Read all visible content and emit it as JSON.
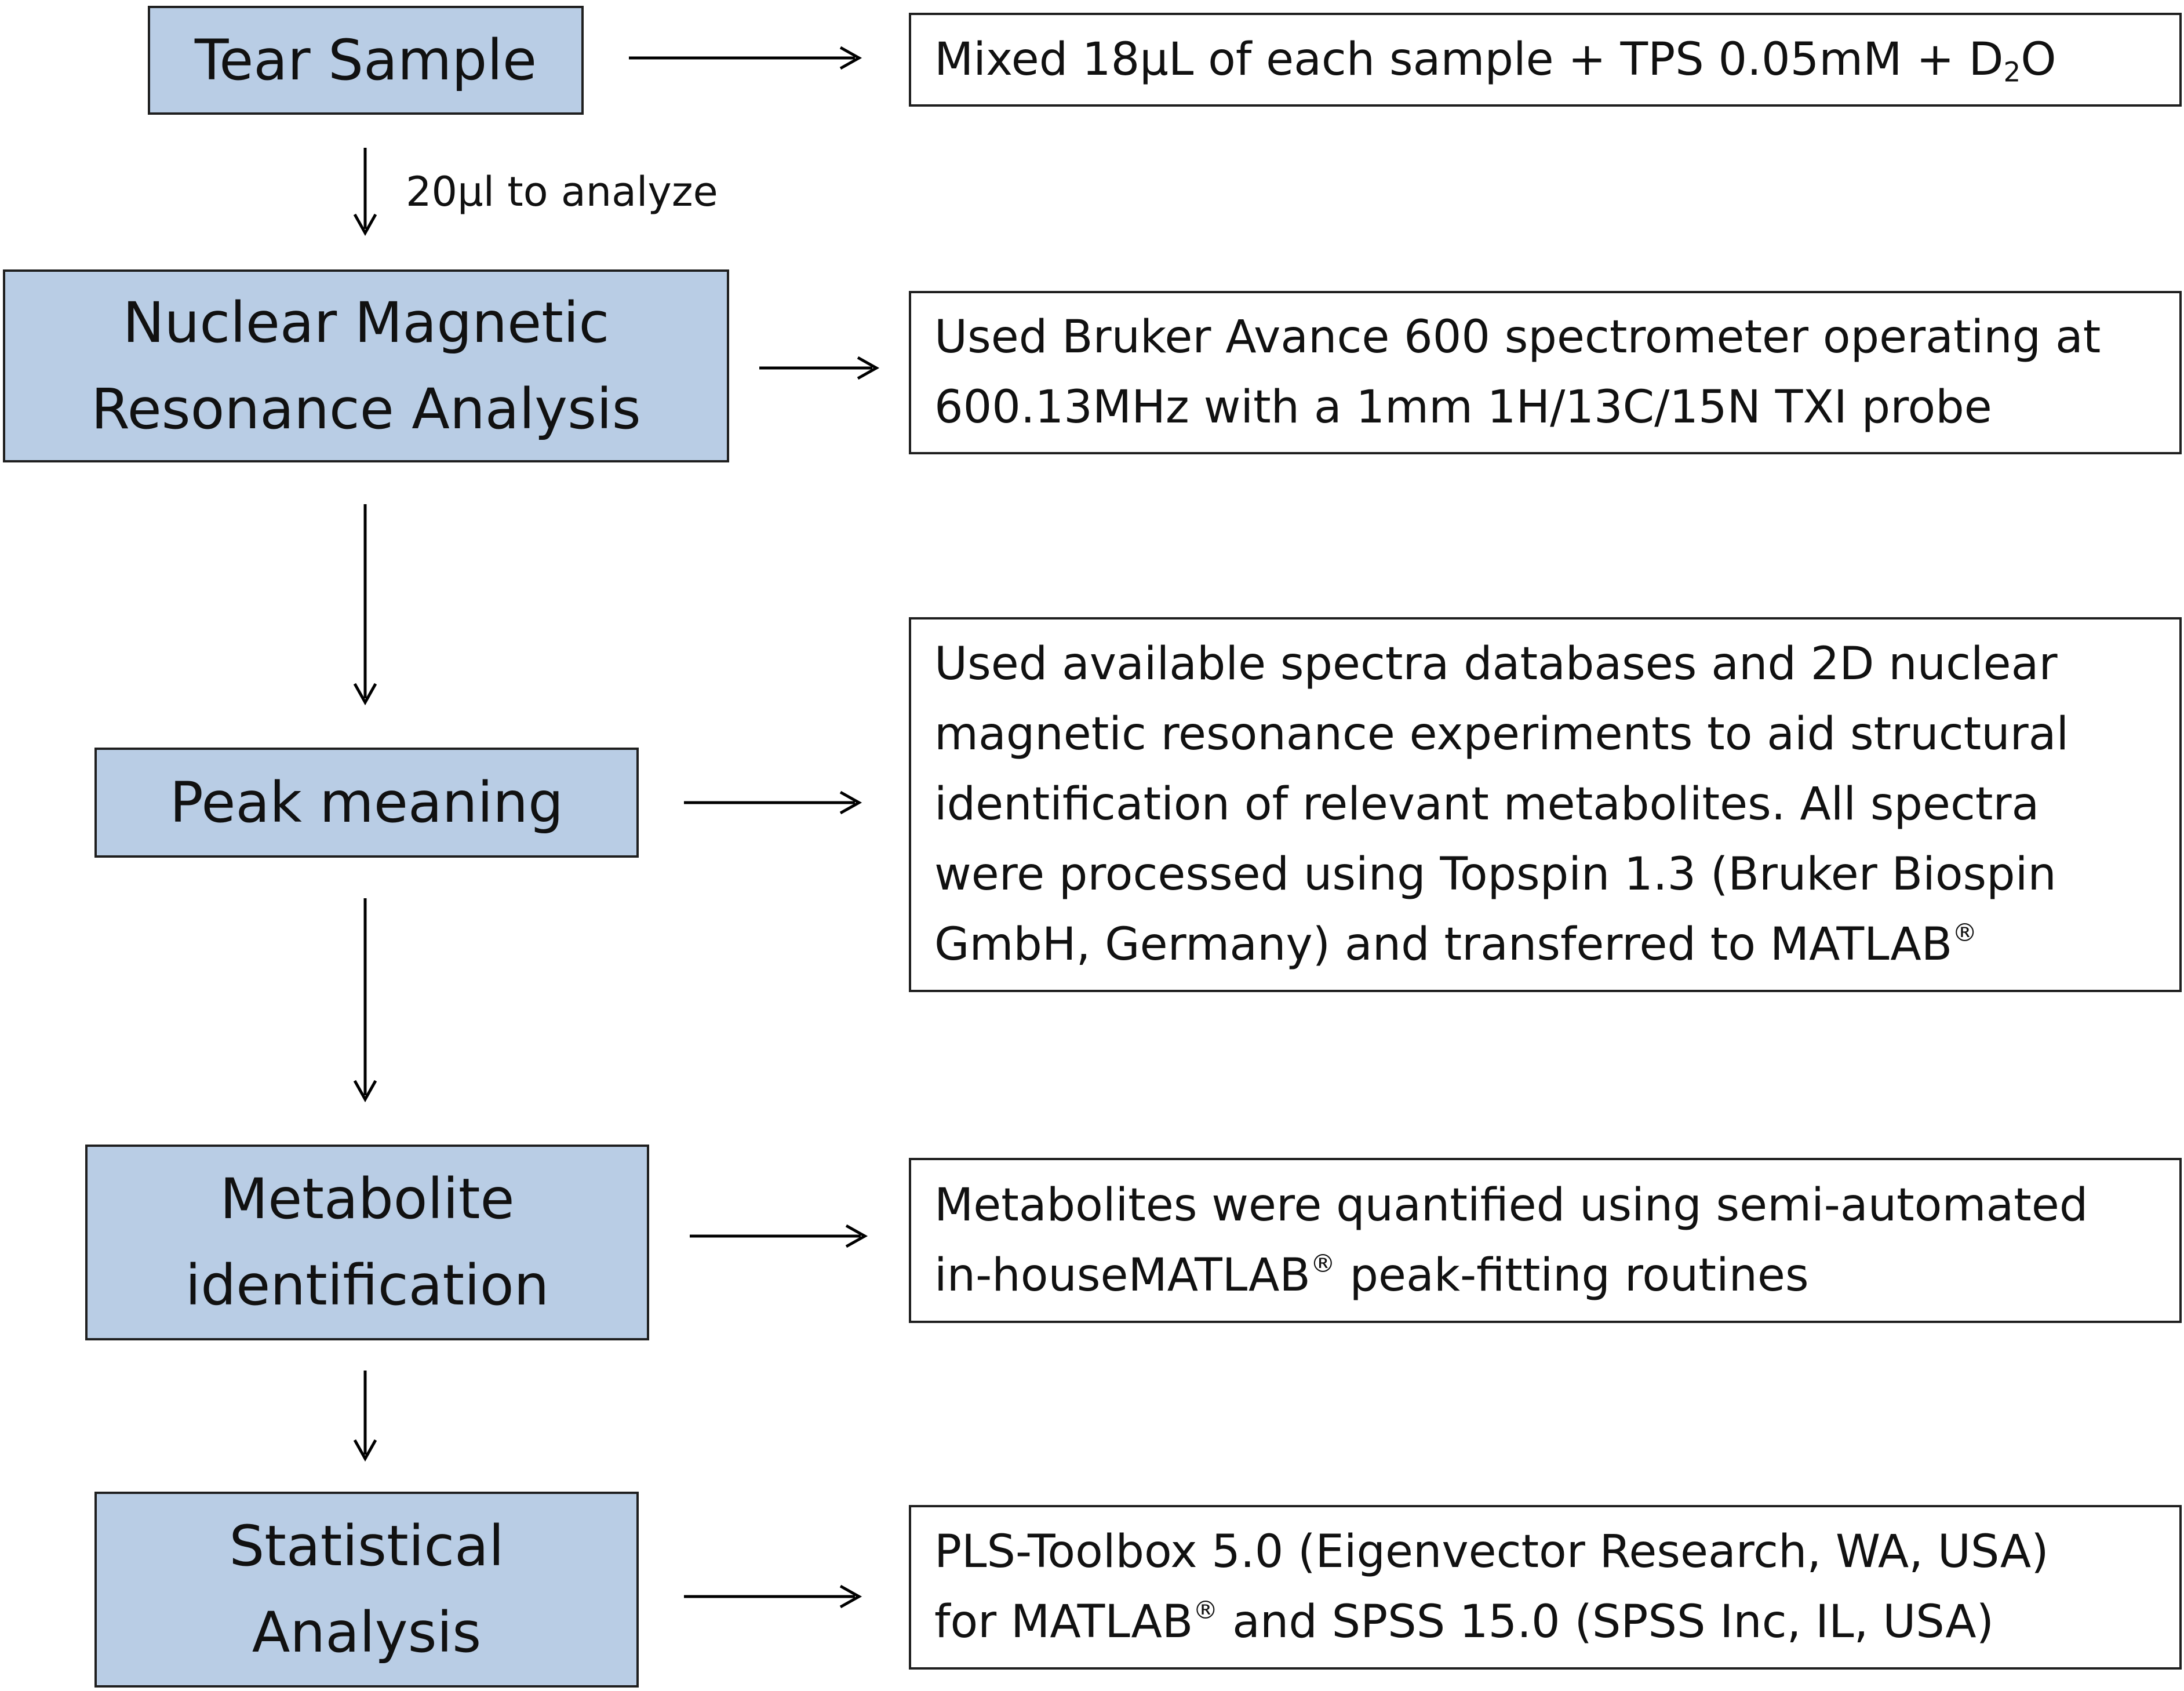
{
  "steps": [
    {
      "lines": [
        "Tear Sample"
      ]
    },
    {
      "lines": [
        "Nuclear Magnetic",
        "Resonance  Analysis"
      ]
    },
    {
      "lines": [
        "Peak meaning"
      ]
    },
    {
      "lines": [
        "Metabolite",
        "identification"
      ]
    },
    {
      "lines": [
        "Statistical",
        "Analysis"
      ]
    }
  ],
  "connector_label": "20µl to analyze",
  "notes": {
    "sample_prep": {
      "text_before": "Mixed 18µL of each sample + TPS 0.05mM + D",
      "subscript": "2",
      "text_after": "O"
    },
    "nmr": {
      "line1": "Used Bruker Avance 600 spectrometer operating at",
      "line2": "600.13MHz with a 1mm 1H/13C/15N TXI probe"
    },
    "peaks": {
      "line1": "Used available spectra databases and 2D nuclear",
      "line2": "magnetic resonance experiments to aid structural",
      "line3": "identification of relevant metabolites. All spectra",
      "line4": "were processed using Topspin 1.3 (Bruker Biospin",
      "line5": "GmbH, Germany) and transferred to MATLAB",
      "line5_sup": "®"
    },
    "metabolites": {
      "line1": "Metabolites were quantified using semi-automated",
      "line2_a": "in-houseMATLAB",
      "line2_sup": "®",
      "line2_b": " peak-fitting routines"
    },
    "stats": {
      "line1": "PLS-Toolbox 5.0 (Eigenvector Research, WA, USA)",
      "line2_a": "for MATLAB",
      "line2_sup": "®",
      "line2_b": " and SPSS 15.0 (SPSS Inc, IL, USA)"
    }
  },
  "colors": {
    "step_fill": "#b9cde5",
    "border": "#1f1f1f",
    "arrow": "#000000"
  }
}
